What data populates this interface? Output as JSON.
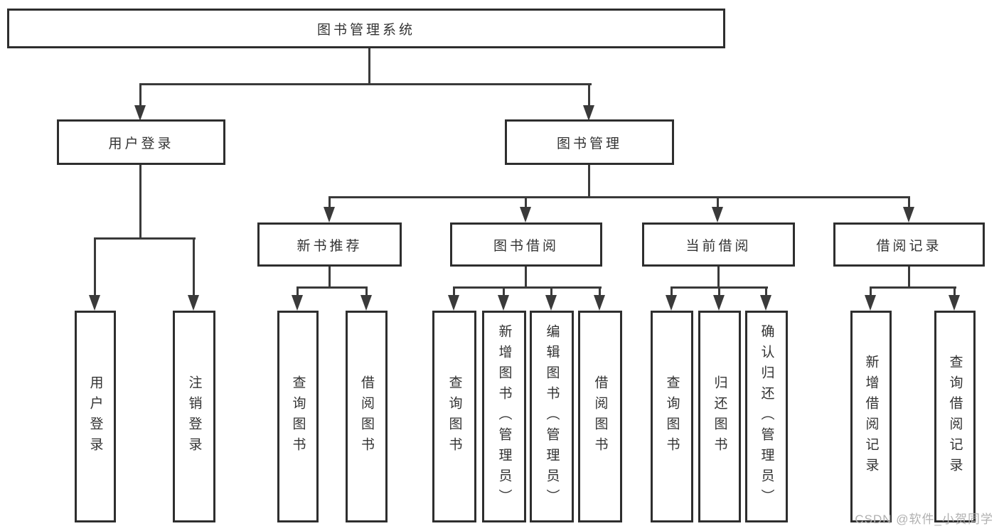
{
  "tree": {
    "root": {
      "label": "图书管理系统"
    },
    "level2": [
      {
        "label": "用户登录",
        "children": [
          "用户登录",
          "注销登录"
        ]
      },
      {
        "label": "图书管理"
      }
    ],
    "level3": [
      {
        "label": "新书推荐",
        "children": [
          "查询图书",
          "借阅图书"
        ]
      },
      {
        "label": "图书借阅",
        "children": [
          "查询图书",
          "新增图书（管理员）",
          "编辑图书（管理员）",
          "借阅图书"
        ]
      },
      {
        "label": "当前借阅",
        "children": [
          "查询图书",
          "归还图书",
          "确认归还（管理员）"
        ]
      },
      {
        "label": "借阅记录",
        "children": [
          "新增借阅记录",
          "查询借阅记录"
        ]
      }
    ]
  },
  "watermark": {
    "text": "CSDN @软件_小贺同学"
  },
  "colors": {
    "line": "#3a3a3a",
    "border": "#2e2e2e",
    "text": "#333333",
    "watermark": "#b0b0b0",
    "background": "#ffffff"
  }
}
